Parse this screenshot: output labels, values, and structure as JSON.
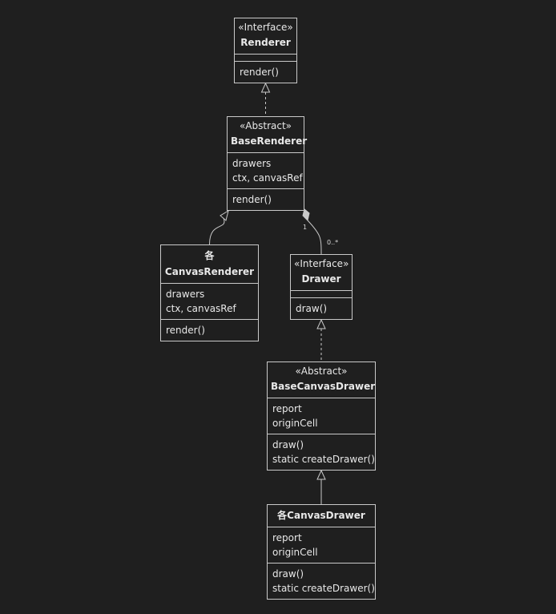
{
  "classes": {
    "renderer": {
      "stereotype": "«Interface»",
      "name": "Renderer",
      "attributes": [],
      "methods": [
        "render()"
      ]
    },
    "base_renderer": {
      "stereotype": "«Abstract»",
      "name": "BaseRenderer",
      "attributes": [
        "drawers",
        "ctx, canvasRef"
      ],
      "methods": [
        "render()"
      ]
    },
    "canvas_renderer": {
      "stereotype": "",
      "name": "各CanvasRenderer",
      "attributes": [
        "drawers",
        "ctx, canvasRef"
      ],
      "methods": [
        "render()"
      ]
    },
    "drawer": {
      "stereotype": "«Interface»",
      "name": "Drawer",
      "attributes": [],
      "methods": [
        "draw()"
      ]
    },
    "base_canvas_drawer": {
      "stereotype": "«Abstract»",
      "name": "BaseCanvasDrawer",
      "attributes": [
        "report",
        "originCell"
      ],
      "methods": [
        "draw()",
        "static createDrawer()"
      ]
    },
    "canvas_drawer": {
      "stereotype": "",
      "name": "各CanvasDrawer",
      "attributes": [
        "report",
        "originCell"
      ],
      "methods": [
        "draw()",
        "static createDrawer()"
      ]
    }
  },
  "relations": [
    {
      "from": "base_renderer",
      "to": "renderer",
      "type": "realization"
    },
    {
      "from": "canvas_renderer",
      "to": "base_renderer",
      "type": "inheritance"
    },
    {
      "from": "base_renderer",
      "to": "drawer",
      "type": "composition",
      "from_multiplicity": "1",
      "to_multiplicity": "0..*"
    },
    {
      "from": "base_canvas_drawer",
      "to": "drawer",
      "type": "realization"
    },
    {
      "from": "canvas_drawer",
      "to": "base_canvas_drawer",
      "type": "inheritance"
    }
  ],
  "colors": {
    "background": "#1f1f1f",
    "line": "#c9c9c9",
    "text": "#e8e8e8"
  }
}
